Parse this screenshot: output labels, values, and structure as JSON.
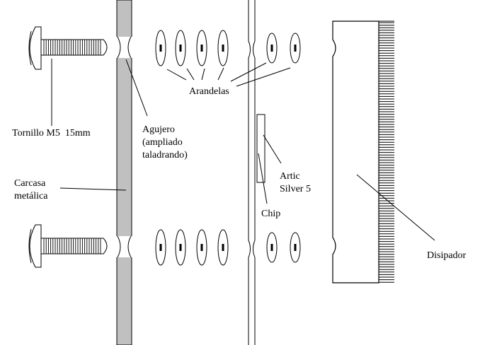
{
  "labels": {
    "arandelas": "Arandelas",
    "tornillo": "Tornillo M5  15mm",
    "agujero_1": "Agujero",
    "agujero_2": "(ampliado",
    "agujero_3": "taladrando)",
    "carcasa_1": "Carcasa",
    "carcasa_2": "metálica",
    "artic_1": "Artic",
    "artic_2": "Silver 5",
    "chip": "Chip",
    "disipador": "Disipador"
  },
  "colors": {
    "line": "#000000",
    "casing_fill": "#c0c0c0",
    "background": "#ffffff"
  }
}
